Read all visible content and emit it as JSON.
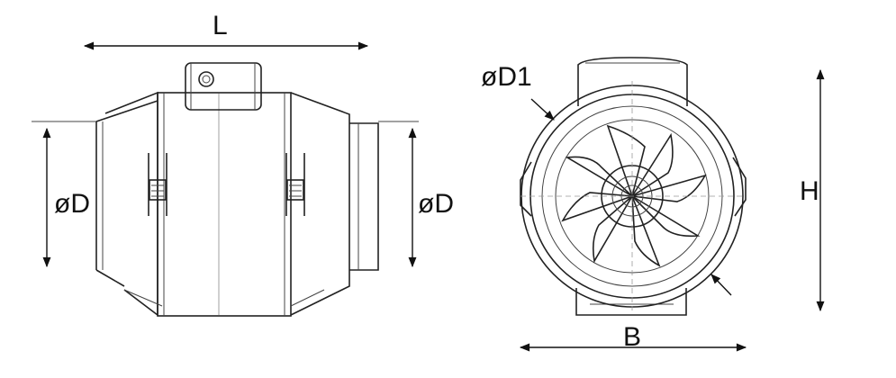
{
  "dimensions": {
    "length": "L",
    "duct_diameter_left": "øD",
    "duct_diameter_right": "øD",
    "outer_diameter": "øD1",
    "height": "H",
    "width": "B"
  },
  "colors": {
    "line": "#222222",
    "background": "#ffffff"
  }
}
